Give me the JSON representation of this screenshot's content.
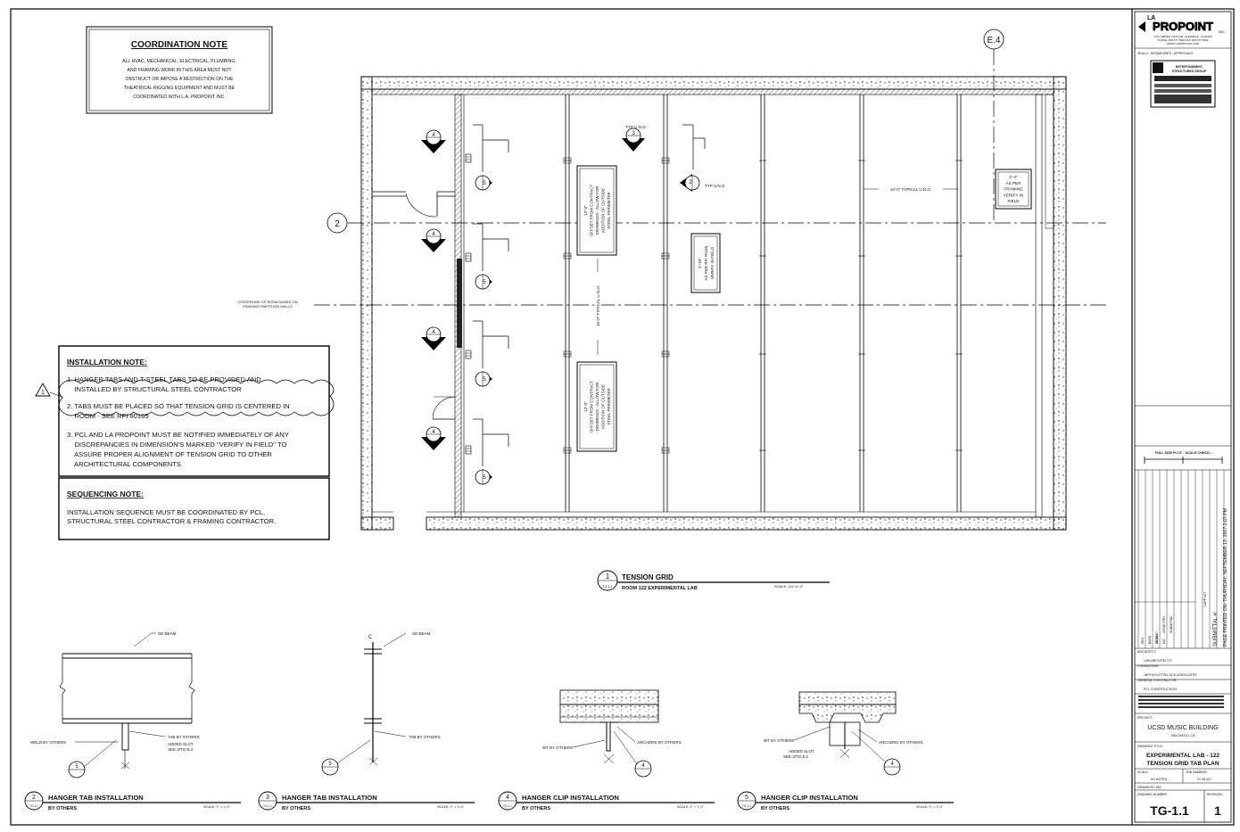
{
  "coordination_note": {
    "title": "COORDINATION NOTE",
    "lines": [
      "ALL HVAC, MECHANICAL, ELECTRICAL, PLUMBING,",
      "AND FRAMING WORK IN THIS AREA MUST NOT",
      "OBSTRUCT OR IMPOSE A RESTRICTION ON THE",
      "THEATRICAL RIGGING EQUIPMENT AND MUST BE",
      "COORDINATED WITH L.A. PROPOINT INC."
    ]
  },
  "installation_note": {
    "title": "INSTALLATION NOTE:",
    "lines": [
      "1. HANGER TABS AND T-STEEL TABS TO BE PROVIDED AND",
      "    INSTALLED BY STRUCTURAL STEEL CONTRACTOR",
      "2. TABS MUST BE PLACED SO THAT TENSION GRID IS CENTERED IN",
      "    ROOM - SEE RFI #0165",
      "3. PCL AND LA PROPOINT MUST BE NOTIFIED IMMEDIATELY OF ANY",
      "    DISCREPANCIES IN DIMENSION'S MARKED \"VERIFY IN FIELD\" TO",
      "    ASSURE PROPER ALIGNMENT OF TENSION GRID TO OTHER",
      "    ARCHITECTURAL COMPONENTS"
    ],
    "revision_mark": "1"
  },
  "sequencing_note": {
    "title": "SEQUENCING NOTE:",
    "lines": [
      "INSTALLATION SEQUENCE MUST BE COORDINATED BY PCL,",
      "STRUCTURAL STEEL CONTRACTOR & FRAMING CONTRACTOR."
    ]
  },
  "plan": {
    "grid_top": "E.4",
    "grid_left": "2",
    "centerline_note": [
      "CENTERLINE OF ROOM BASED ON",
      "FINISHED PARTITION WALLS"
    ],
    "typ_und_1": "TYP U.N.O.",
    "typ_und_2": "TYP U.N.O.",
    "typical_dim": "10'-0\" TYPICAL U.N.O.",
    "vertical_dim": "10'-0\" TYPICAL U.N.O.",
    "field_box": [
      "2'-4\"",
      "AS PER",
      "FRAMING",
      "VERIFY IN",
      "FIELD"
    ],
    "offset_box_1": [
      "12'-0\"",
      "OFFSET FROM CONTRACT",
      "DRAWINGS - ALLOW FOR",
      "ADDITION OF OUTSIDE",
      "STEEL PERIMETER"
    ],
    "offset_box_2": [
      "12'-0\"",
      "OFFSET FROM CONTRACT",
      "DRAWINGS - ALLOW FOR",
      "ADDITION OF OUTSIDE",
      "STEEL PERIMETER"
    ],
    "verify_box": [
      "5'-10\"",
      "AS PER RFI #0165",
      "VERIFY IN FIELD"
    ],
    "marker_4": "4",
    "marker_5": "5",
    "marker_2": "2",
    "marker_3": "3"
  },
  "main_title": {
    "num": "1",
    "sheet_ref": "TG-1.1",
    "title": "TENSION GRID",
    "subtitle": "ROOM 122 EXPERIMENTAL LAB",
    "scale": "SCALE: 1/4\"=1'-0\""
  },
  "details": [
    {
      "num": "2",
      "ref": "TG-1.1",
      "title": "HANGER TAB INSTALLATION",
      "subtitle": "BY OTHERS",
      "scale": "SCALE: 1\" = 1'-0\"",
      "labels": {
        "a": "SD BEAM",
        "b": "TAB BY OTHERS",
        "c": "ADDED SLOT",
        "d": "SEE 3/TG-5.2",
        "e": "WELD BY OTHERS"
      }
    },
    {
      "num": "3",
      "ref": "TG-1.1",
      "title": "HANGER TAB INSTALLATION",
      "subtitle": "BY OTHERS",
      "scale": "SCALE: 1\" = 1'-0\"",
      "labels": {
        "a": "SD BEAM",
        "b": "TAB BY OTHERS",
        "c": "C"
      }
    },
    {
      "num": "4",
      "ref": "TG-1.1",
      "title": "HANGER CLIP INSTALLATION",
      "subtitle": "BY OTHERS",
      "scale": "SCALE: 1\" = 1'-0\"",
      "labels": {
        "a": "WT BY OTHERS",
        "b": "ANCHORS BY OTHERS"
      }
    },
    {
      "num": "5",
      "ref": "TG-1.1",
      "title": "HANGER CLIP INSTALLATION",
      "subtitle": "BY OTHERS",
      "scale": "SCALE: 1\" = 1'-0\"",
      "labels": {
        "a": "WT BY OTHERS",
        "b": "ANCHORS BY OTHERS",
        "c": "ADDED SLOT",
        "d": "SEE 3/TG-5.2"
      }
    }
  ],
  "title_block": {
    "logo_line1": "LA",
    "logo_line2": "PROPOINT",
    "logo_suffix": "INC.",
    "address": [
      "1701 SIERRA VISTA DR, GLENDALE, CA 91209",
      "PHONE: 818 677 5640  FAX: 818 677 5641",
      "WWW.LAPROPOINT.COM"
    ],
    "seals_label": "SEALS - SIGNATURES - APPROVALS",
    "stamp_lines": [
      "ENTERTAINMENT",
      "STRUCTURES GROUP"
    ],
    "fullsize_label": "FULL SIZE PLOT - SCALE CHECK:",
    "rev_headers": [
      "REV",
      "DATE",
      "DRWN",
      "ISSUE FOR"
    ],
    "rev_row": [
      "1",
      "05-22-07",
      "MG",
      "SUBMITTAL"
    ],
    "submittal": "SUBMITTAL #:",
    "submittal_no": "LAPP-027",
    "printed_on": "PAGE PRINTED ON: THURSDAY, SEPTEMBER 13, 2007 2:07 PM",
    "architect_label": "ARCHITECT:",
    "architect": "LMN ARCHITECTS",
    "consultant_label": "CONSULTANT:",
    "consultant": "JAFFHOLZ POLLOCK ASSOCIATES",
    "gc_label": "GENERAL CONTRACTOR:",
    "gc": "PCL CONSTRUCTION",
    "project_label": "PROJECT:",
    "project": "UCSD MUSIC BUILDING",
    "project_city": "SAN DIEGO, CA",
    "drawing_title_label": "DRAWING TITLE:",
    "drawing_title_1": "EXPERIMENTAL LAB - 122",
    "drawing_title_2": "TENSION GRID TAB PLAN",
    "scale_label": "SCALE:",
    "scale": "AS NOTED",
    "job_label": "JOB NUMBER:",
    "job": "07-05-027",
    "drawn_label": "DRAWN BY:  MG",
    "drawing_number_label": "DRAWING NUMBER:",
    "drawing_number": "TG-1.1",
    "revision_label": "REVISION:",
    "revision": "1"
  }
}
